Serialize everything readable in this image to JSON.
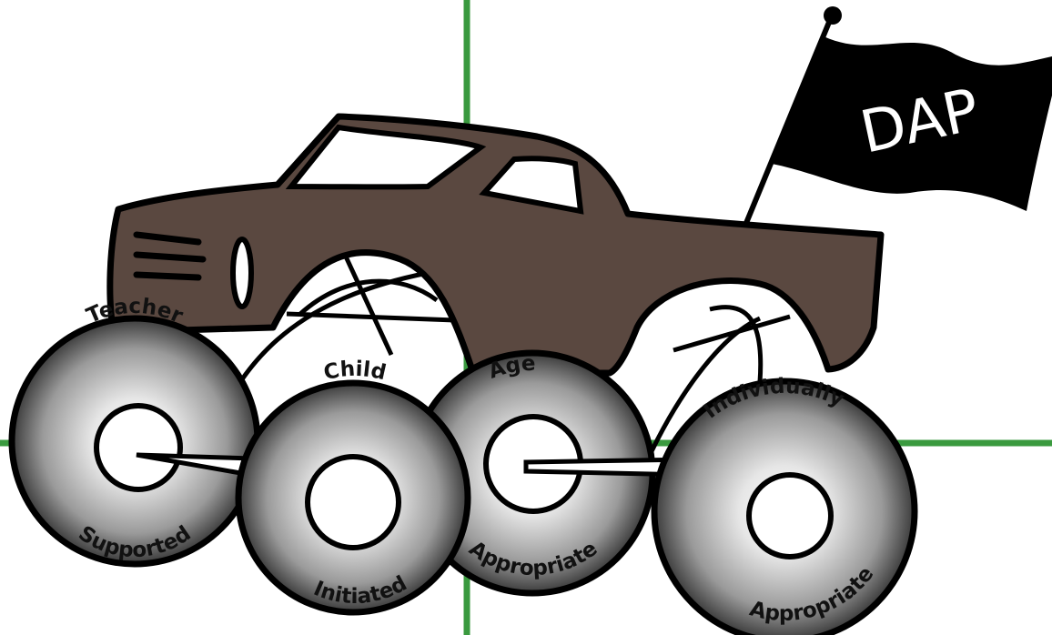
{
  "flag": {
    "label": "DAP"
  },
  "tires": [
    {
      "top": "Teacher",
      "bottom": "Supported"
    },
    {
      "top": "Child",
      "bottom": "Initiated"
    },
    {
      "top": "Age",
      "bottom": "Appropriate"
    },
    {
      "top": "Individually",
      "bottom": "Appropriate"
    }
  ],
  "colors": {
    "truck_body": "#5a4840",
    "outline": "#000000",
    "crosshair": "#3a9a3f",
    "flag": "#000000",
    "tire_light": "#f2f2f2",
    "tire_dark": "#3a3a3a"
  }
}
